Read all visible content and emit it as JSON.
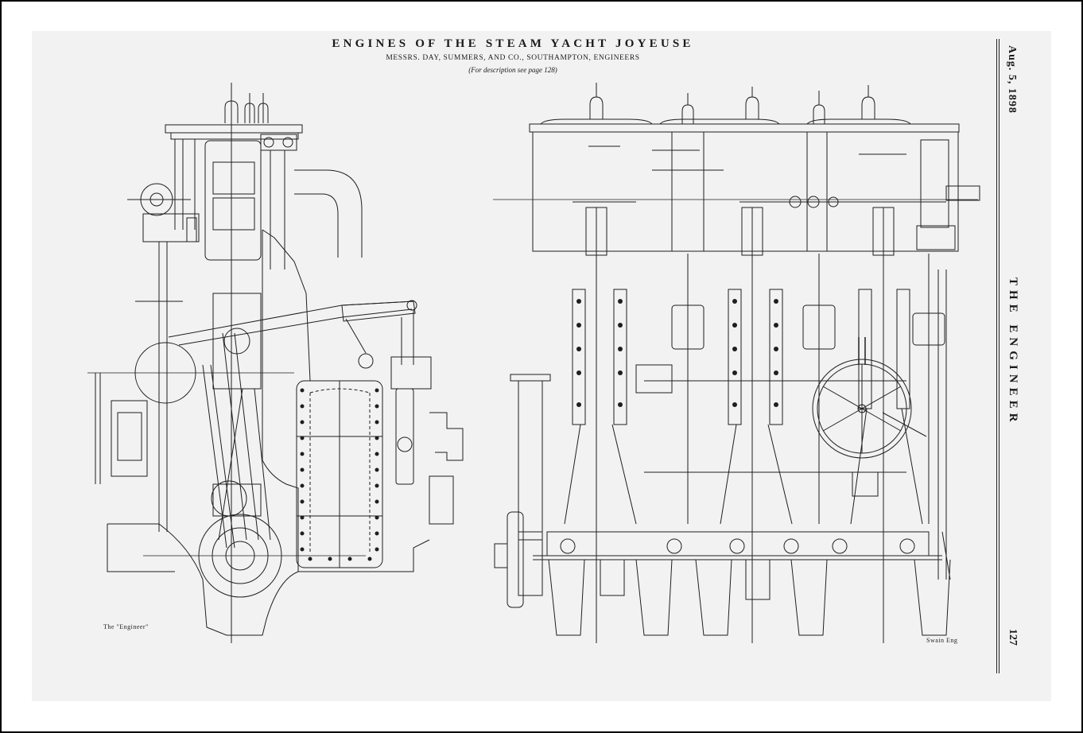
{
  "page": {
    "title": "ENGINES OF THE STEAM YACHT JOYEUSE",
    "subtitle": "MESSRS. DAY, SUMMERS, AND CO., SOUTHAMPTON, ENGINEERS",
    "note": "(For description see page 128)",
    "date": "Aug. 5, 1898",
    "journal": "THE ENGINEER",
    "page_number": "127"
  },
  "figures": [
    {
      "id": "end-elevation",
      "caption": "The \"Engineer\"",
      "description": "End elevation of triple-expansion engine"
    },
    {
      "id": "side-elevation",
      "caption": "Swain Eng",
      "description": "Side elevation of triple-expansion engine with reversing handwheel"
    }
  ],
  "colors": {
    "ink": "#1a1a1a",
    "paper": "#f2f2f2",
    "mat": "#ffffff",
    "frame": "#000000"
  }
}
